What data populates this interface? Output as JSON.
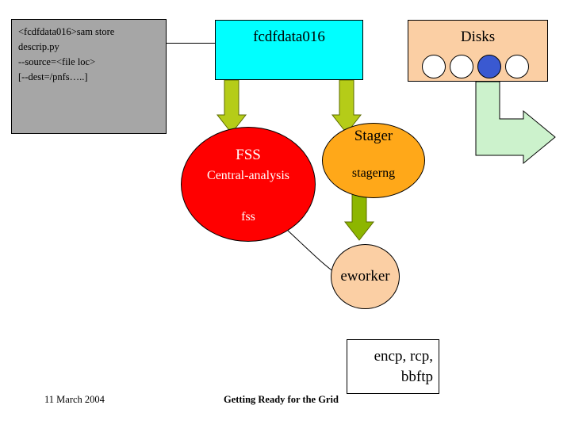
{
  "command_box": {
    "lines": [
      "<fcdfdata016>sam store",
      "descrip.py",
      "--source=<file loc>",
      "[--dest=/pnfs…..]"
    ]
  },
  "nodes": {
    "node_box": {
      "label": "fcdfdata016",
      "color": "#00ffff"
    },
    "disks_panel": {
      "label": "Disks",
      "color": "#fbcfa4",
      "disks": [
        {
          "name": "disk-1",
          "color": "#ffffff"
        },
        {
          "name": "disk-2",
          "color": "#ffffff"
        },
        {
          "name": "disk-3",
          "color": "#3a59d1"
        },
        {
          "name": "disk-4",
          "color": "#ffffff"
        }
      ]
    },
    "fss": {
      "title": "FSS",
      "subtitle": "Central-analysis",
      "bottom": "fss",
      "color": "#ff0000"
    },
    "stager": {
      "title": "Stager",
      "subtitle": "stagerng",
      "color": "#ffa819"
    },
    "eworker": {
      "label": "eworker",
      "color": "#fbcfa4"
    },
    "encp": {
      "label": "encp, rcp, bbftp",
      "line1": "encp, rcp,",
      "line2": "bbftp",
      "color": "#ffffff"
    }
  },
  "arrows": {
    "color_fill": "#b5cc18",
    "color_fill_alt": "#7fb520",
    "green_pale": "#ccf2cc"
  },
  "footer": {
    "date": "11 March 2004",
    "title": "Getting Ready for the Grid"
  }
}
